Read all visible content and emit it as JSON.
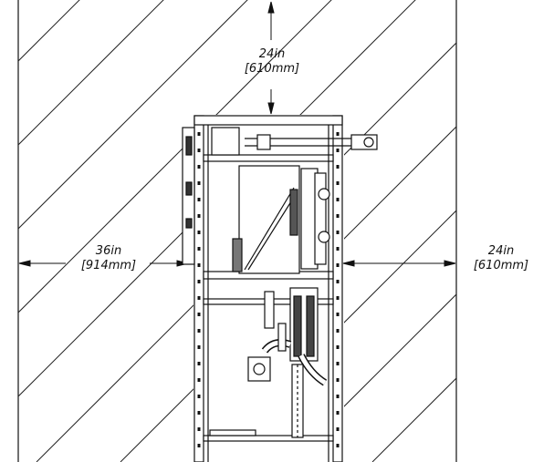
{
  "dimensions": {
    "top": {
      "imperial": "24in",
      "metric": "[610mm]"
    },
    "left": {
      "imperial": "36in",
      "metric": "[914mm]"
    },
    "right": {
      "imperial": "24in",
      "metric": "[610mm]"
    }
  },
  "colors": {
    "line": "#111111",
    "background": "#ffffff"
  }
}
